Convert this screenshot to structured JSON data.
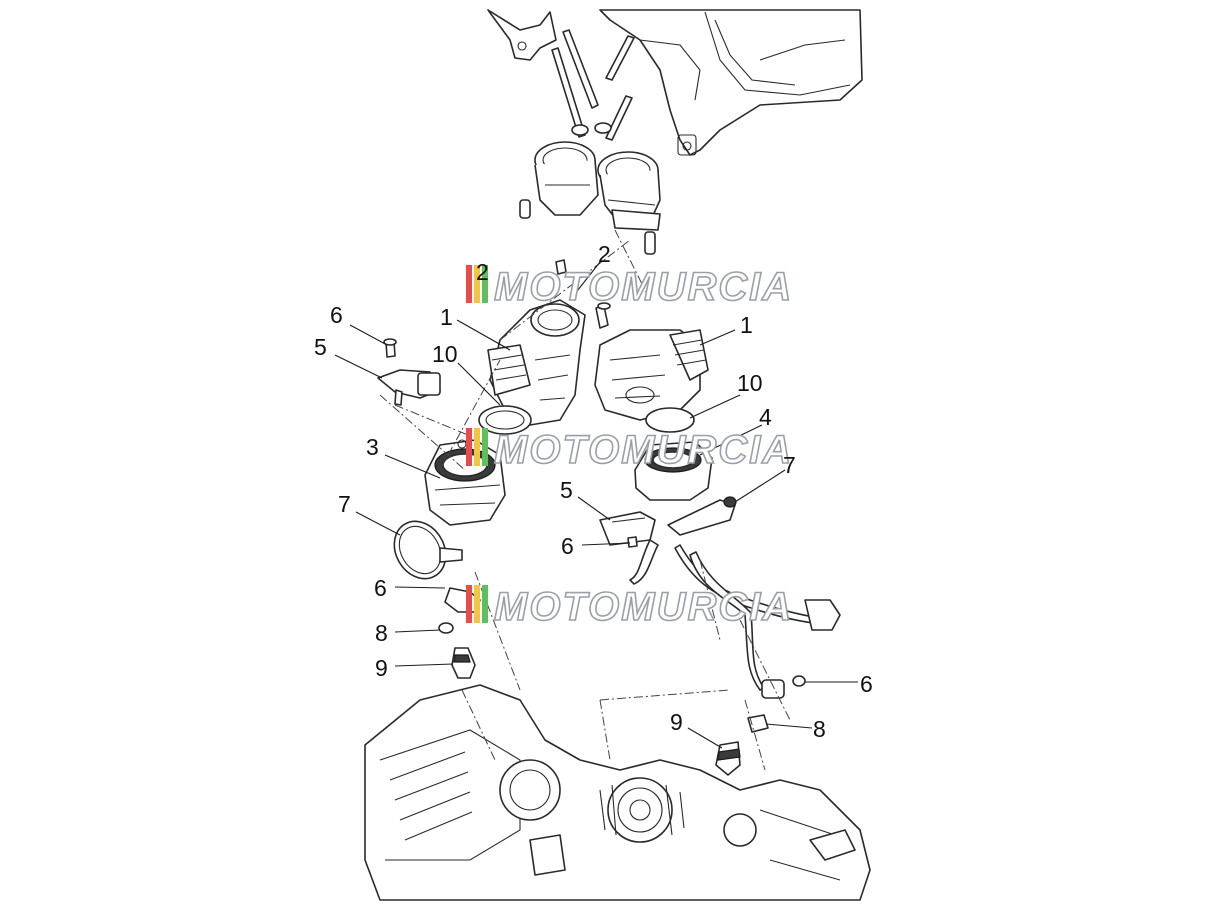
{
  "watermark": {
    "text": "MOTOMURCIA",
    "stripe_colors": [
      "#e94b4b",
      "#f4c542",
      "#5fbf5f"
    ]
  },
  "callouts": {
    "c1a": "1",
    "c1b": "1",
    "c2a": "2",
    "c2b": "2",
    "c3": "3",
    "c4": "4",
    "c5a": "5",
    "c5b": "5",
    "c6a": "6",
    "c6b": "6",
    "c6c": "6",
    "c6d": "6",
    "c7a": "7",
    "c7b": "7",
    "c8a": "8",
    "c8b": "8",
    "c9a": "9",
    "c9b": "9",
    "c10a": "10",
    "c10b": "10"
  }
}
